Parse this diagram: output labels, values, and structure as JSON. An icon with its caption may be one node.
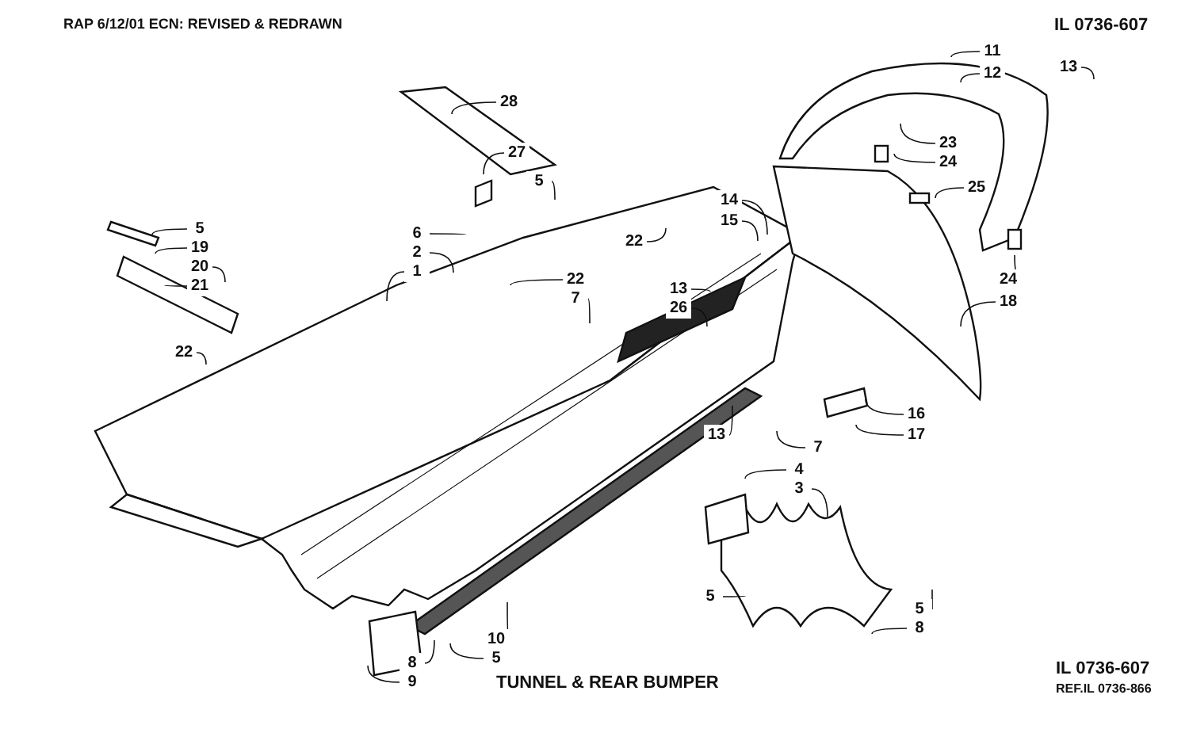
{
  "diagram": {
    "title": "TUNNEL & REAR BUMPER",
    "nodes": [
      {
        "text": [
          "11"
        ]
      },
      {
        "text": [
          "12"
        ]
      },
      {
        "text": [
          "13"
        ]
      },
      {
        "text": [
          "28"
        ]
      },
      {
        "text": [
          "23"
        ]
      },
      {
        "text": [
          "27"
        ]
      },
      {
        "text": [
          "24"
        ]
      },
      {
        "text": [
          "5"
        ]
      },
      {
        "text": [
          "25"
        ]
      },
      {
        "text": [
          "14"
        ]
      },
      {
        "text": [
          "15"
        ]
      },
      {
        "text": [
          "5"
        ]
      },
      {
        "text": [
          "6"
        ]
      },
      {
        "text": [
          "19"
        ]
      },
      {
        "text": [
          "22"
        ]
      },
      {
        "text": [
          "2"
        ]
      },
      {
        "text": [
          "20"
        ]
      },
      {
        "text": [
          "1"
        ]
      },
      {
        "text": [
          "21"
        ]
      },
      {
        "text": [
          "22"
        ]
      },
      {
        "text": [
          "7"
        ]
      },
      {
        "text": [
          "24"
        ]
      },
      {
        "text": [
          "13"
        ]
      },
      {
        "text": [
          "18"
        ]
      },
      {
        "text": [
          "26"
        ]
      },
      {
        "text": [
          "22"
        ]
      },
      {
        "text": [
          "16"
        ]
      },
      {
        "text": [
          "13"
        ]
      },
      {
        "text": [
          "17"
        ]
      },
      {
        "text": [
          "7"
        ]
      },
      {
        "text": [
          "4"
        ]
      },
      {
        "text": [
          "3"
        ]
      },
      {
        "text": [
          "5"
        ]
      },
      {
        "text": [
          "5"
        ]
      },
      {
        "text": [
          "8"
        ]
      },
      {
        "text": [
          "10"
        ]
      },
      {
        "text": [
          "5"
        ]
      },
      {
        "text": [
          "8"
        ]
      },
      {
        "text": [
          "9"
        ]
      }
    ],
    "edges": [
      {
        "from": 0,
        "to": null,
        "arrow": "none"
      },
      {
        "from": 1,
        "to": null,
        "arrow": "none"
      },
      {
        "from": 2,
        "to": null,
        "arrow": "none"
      },
      {
        "from": 3,
        "to": null,
        "arrow": "none"
      },
      {
        "from": 4,
        "to": null,
        "arrow": "none"
      },
      {
        "from": 5,
        "to": null,
        "arrow": "none"
      },
      {
        "from": 6,
        "to": null,
        "arrow": "none"
      },
      {
        "from": 7,
        "to": null,
        "arrow": "none"
      },
      {
        "from": 8,
        "to": null,
        "arrow": "none"
      },
      {
        "from": 9,
        "to": null,
        "arrow": "none"
      },
      {
        "from": 10,
        "to": null,
        "arrow": "none"
      },
      {
        "from": 11,
        "to": null,
        "arrow": "none"
      },
      {
        "from": 12,
        "to": null,
        "arrow": "none"
      },
      {
        "from": 13,
        "to": null,
        "arrow": "none"
      },
      {
        "from": 14,
        "to": null,
        "arrow": "none"
      },
      {
        "from": 15,
        "to": null,
        "arrow": "none"
      },
      {
        "from": 16,
        "to": null,
        "arrow": "none"
      },
      {
        "from": 17,
        "to": null,
        "arrow": "none"
      },
      {
        "from": 18,
        "to": null,
        "arrow": "none"
      },
      {
        "from": 19,
        "to": null,
        "arrow": "none"
      },
      {
        "from": 20,
        "to": null,
        "arrow": "none"
      },
      {
        "from": 21,
        "to": null,
        "arrow": "none"
      },
      {
        "from": 22,
        "to": null,
        "arrow": "none"
      },
      {
        "from": 23,
        "to": null,
        "arrow": "none"
      },
      {
        "from": 24,
        "to": null,
        "arrow": "none"
      },
      {
        "from": 25,
        "to": null,
        "arrow": "none"
      },
      {
        "from": 26,
        "to": null,
        "arrow": "none"
      },
      {
        "from": 27,
        "to": null,
        "arrow": "none"
      },
      {
        "from": 28,
        "to": null,
        "arrow": "none"
      },
      {
        "from": 29,
        "to": null,
        "arrow": "none"
      },
      {
        "from": 30,
        "to": null,
        "arrow": "none"
      },
      {
        "from": 31,
        "to": null,
        "arrow": "none"
      },
      {
        "from": 32,
        "to": null,
        "arrow": "none"
      },
      {
        "from": 33,
        "to": null,
        "arrow": "none"
      },
      {
        "from": 34,
        "to": null,
        "arrow": "none"
      },
      {
        "from": 35,
        "to": null,
        "arrow": "none"
      },
      {
        "from": 36,
        "to": null,
        "arrow": "none"
      },
      {
        "from": 37,
        "to": null,
        "arrow": "none"
      },
      {
        "from": 38,
        "to": null,
        "arrow": "none"
      }
    ],
    "labels": [
      "RAP 6/12/01 ECN: REVISED & REDRAWN",
      "IL 0736-607",
      "IL 0736-607",
      "REF.IL 0736-866"
    ]
  }
}
